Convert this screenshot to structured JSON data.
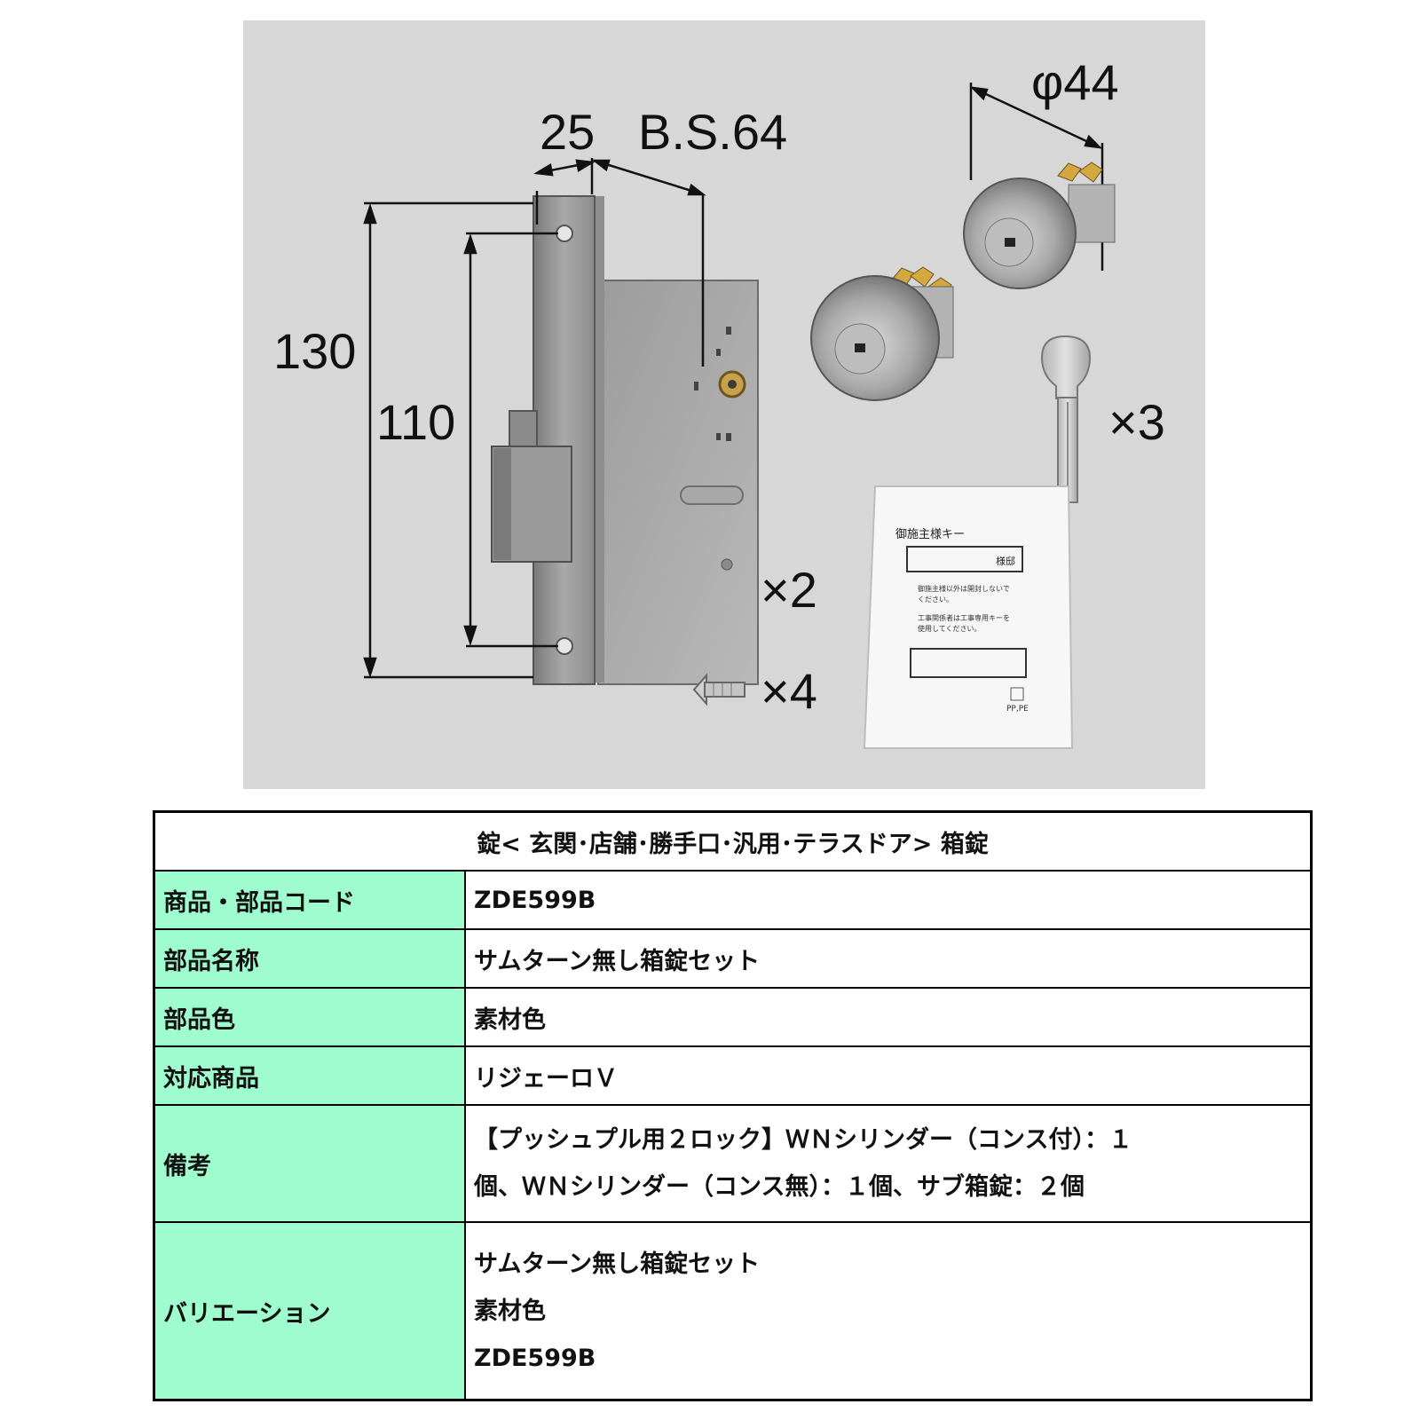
{
  "figure": {
    "dimensions": {
      "faceplate_width": "25",
      "backset": "B.S.64",
      "diameter": "φ44",
      "height_total": "130",
      "screw_pitch": "110"
    },
    "quantities": {
      "keys": "×3",
      "sub_locks": "×2",
      "screws": "×4"
    },
    "key_bag": {
      "title": "御施主様キー",
      "label": "様邸",
      "note_line1": "御施主様以外は開封しないで",
      "note_line2": "ください。",
      "note_line3": "工事関係者は工事専用キーを",
      "note_line4": "使用してください。",
      "recycle_mark": "PP,PE"
    }
  },
  "table": {
    "header": "錠< 玄関･店舗･勝手口･汎用･テラスドア> 箱錠",
    "rows": [
      {
        "label": "商品・部品コード",
        "value": "ZDE599B"
      },
      {
        "label": "部品名称",
        "value": "サムターン無し箱錠セット"
      },
      {
        "label": "部品色",
        "value": "素材色"
      },
      {
        "label": "対応商品",
        "value": "リジェーロＶ"
      }
    ],
    "remarks": {
      "label": "備考",
      "line1": "【プッシュプル用２ロック】ＷＮシリンダー（コンス付）：１",
      "line2": "個、ＷＮシリンダー（コンス無）：１個、サブ箱錠：２個"
    },
    "variation": {
      "label": "バリエーション",
      "line1": "サムターン無し箱錠セット",
      "line2": "素材色",
      "line3": "ZDE599B"
    }
  },
  "colors": {
    "photo_background": "#d7d7d7",
    "label_cell_background": "#9ffccf",
    "metal": "#9a9a9a"
  }
}
